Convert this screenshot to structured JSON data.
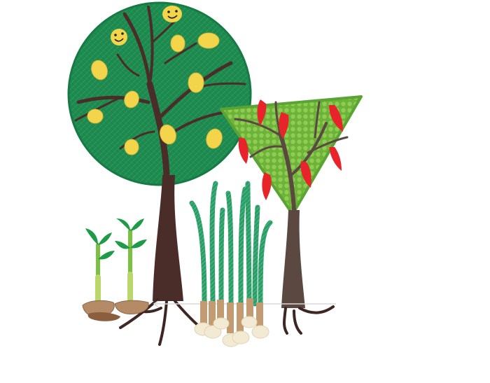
{
  "scene": {
    "subject": "illustration",
    "elements": [
      "lemon-tree",
      "chili-pepper-tree",
      "ginger-plants",
      "lemongrass-bundle",
      "ground-line"
    ]
  },
  "colors": {
    "background": "#ffffff",
    "lemon_canopy": "#1f8a4f",
    "lemon_canopy_edge": "#157a43",
    "chili_canopy": "#7bc043",
    "chili_canopy_edge": "#5aa433",
    "trunk": "#4a2d29",
    "trunk_light": "#5b4840",
    "lemon": "#f2d54a",
    "chili": "#e8242a",
    "grass": "#2b9b67",
    "bulb": "#c29b73",
    "bulb_light": "#f2ead2",
    "ginger_stem": "#7ac142",
    "ginger_leaf": "#1d9b48",
    "ginger_root": "#b58a66",
    "root_line": "#3e2723"
  }
}
